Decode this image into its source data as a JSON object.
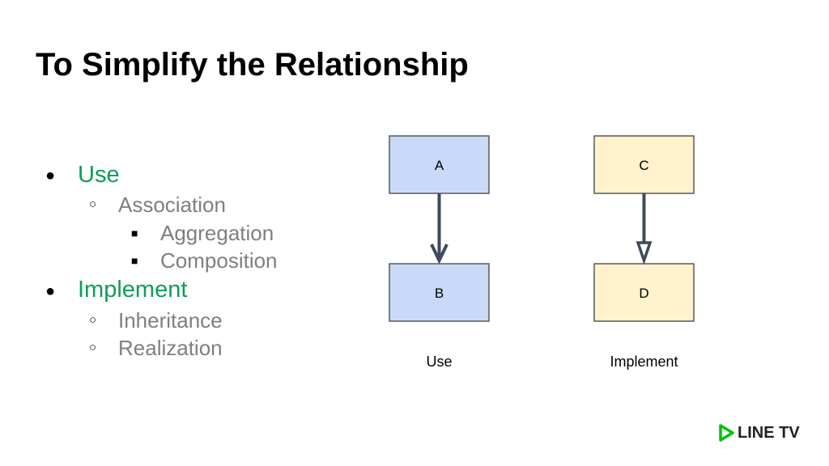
{
  "slide": {
    "title": "To Simplify the Relationship"
  },
  "bullets": {
    "use": {
      "label": "Use",
      "marker": "●",
      "sub": {
        "association": {
          "label": "Association",
          "marker": "○"
        },
        "aggregation": {
          "label": "Aggregation",
          "marker": "■"
        },
        "composition": {
          "label": "Composition",
          "marker": "■"
        }
      }
    },
    "implement": {
      "label": "Implement",
      "marker": "●",
      "sub": {
        "inheritance": {
          "label": "Inheritance",
          "marker": "○"
        },
        "realization": {
          "label": "Realization",
          "marker": "○"
        }
      }
    }
  },
  "diagram": {
    "use": {
      "node_a": "A",
      "node_b": "B",
      "caption": "Use",
      "fill": "#c9daf8",
      "arrow_style": "filled-open-arrowhead"
    },
    "implement": {
      "node_c": "C",
      "node_d": "D",
      "caption": "Implement",
      "fill": "#fff2cc",
      "arrow_style": "hollow-triangle-arrowhead"
    },
    "box_stroke": "#595959",
    "arrow_color": "#3d4b5c"
  },
  "colors": {
    "accent_green": "#0f9d58",
    "sub_gray": "#7f7f7f"
  },
  "logo": {
    "text": "LINE TV",
    "icon": "play-triangle-icon",
    "color": "#00c300"
  }
}
